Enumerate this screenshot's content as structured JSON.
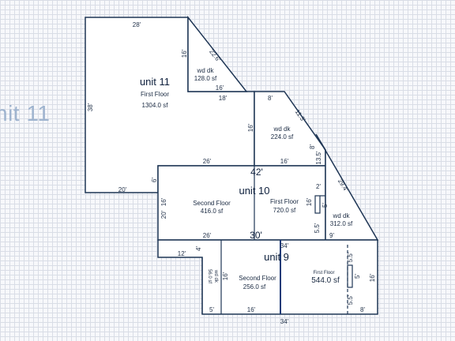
{
  "side_label": "nit 11",
  "units": {
    "unit11": {
      "name": "unit 11",
      "room_label": "First Floor",
      "room_area": "1304.0 sf",
      "deck_label": "wd dk",
      "deck_area": "128.0 sf",
      "dims": {
        "top": "28'",
        "left": "38'",
        "deck_left": "16'",
        "deck_diag": "22.6'",
        "deck_bottom": "16'",
        "step": "18'",
        "bottom": "20'",
        "small": "6'"
      }
    },
    "deck224": {
      "label": "wd dk",
      "area": "224.0 sf",
      "dims": {
        "top": "8'",
        "diag": "11.3'",
        "left": "16'",
        "right_small": "8'",
        "right_tall": "13.5'"
      }
    },
    "unit10": {
      "name": "unit 10",
      "second_label": "Second Floor",
      "second_area": "416.0 sf",
      "first_label": "First Floor",
      "first_area": "720.0 sf",
      "deck_label": "wd dk",
      "deck_area": "312.0 sf",
      "dims": {
        "top": "26'",
        "top_right": "16'",
        "width": "42'",
        "left": "20'",
        "left_inner": "16'",
        "right_inner": "16'",
        "notch_top": "2'",
        "notch_side": "5'",
        "notch_small": "5.5'",
        "deck_diag": "29.4'",
        "deck_bottom": "9'",
        "bottom_label": "26'",
        "bottom_width": "30'"
      }
    },
    "unit9": {
      "name": "unit 9",
      "second_label": "Second Floor",
      "second_area": "256.0 sf",
      "first_label": "First Floor",
      "first_area": "544.0 sf",
      "stair_label": "56.0 sf",
      "stair_sub": "wd dk",
      "dims": {
        "top": "34'",
        "top_left": "12'",
        "step": "4'",
        "left_inner": "16'",
        "right_small": "5.5'",
        "right_side": "5'",
        "right_tall": "16'",
        "right_low": "5.5'",
        "bottom_left": "5'",
        "bottom_mid": "16'",
        "bottom_right": "8'",
        "bottom": "34'"
      }
    }
  }
}
